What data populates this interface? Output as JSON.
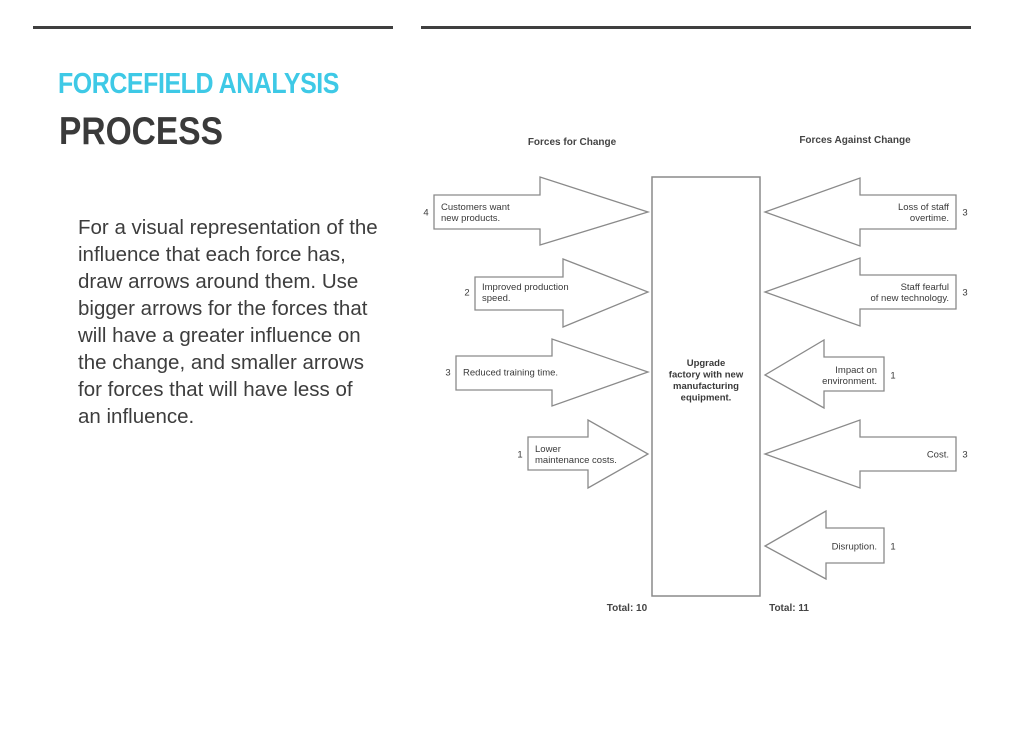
{
  "slide": {
    "kicker": "FORCEFIELD ANALYSIS",
    "title": "PROCESS",
    "body": "For a visual representation of the influence that each force has, draw arrows around them. Use bigger arrows for the forces that will have a greater influence on the change, and smaller arrows for forces that will have less of an influence."
  },
  "diagram": {
    "forces_for_heading": "Forces for Change",
    "forces_against_heading": "Forces Against Change",
    "center_label": [
      "Upgrade",
      "factory with new",
      "manufacturing",
      "equipment."
    ],
    "total_for": "Total: 10",
    "total_against": "Total: 11",
    "forces_for": [
      {
        "label": [
          "Customers want",
          "new products."
        ],
        "score": "4"
      },
      {
        "label": [
          "Improved production",
          "speed."
        ],
        "score": "2"
      },
      {
        "label": [
          "Reduced training time."
        ],
        "score": "3"
      },
      {
        "label": [
          "Lower",
          "maintenance costs."
        ],
        "score": "1"
      }
    ],
    "forces_against": [
      {
        "label": [
          "Loss of staff",
          "overtime."
        ],
        "score": "3"
      },
      {
        "label": [
          "Staff fearful",
          "of new technology."
        ],
        "score": "3"
      },
      {
        "label": [
          "Impact on",
          "environment."
        ],
        "score": "1"
      },
      {
        "label": [
          "Cost."
        ],
        "score": "3"
      },
      {
        "label": [
          "Disruption."
        ],
        "score": "1"
      }
    ]
  }
}
